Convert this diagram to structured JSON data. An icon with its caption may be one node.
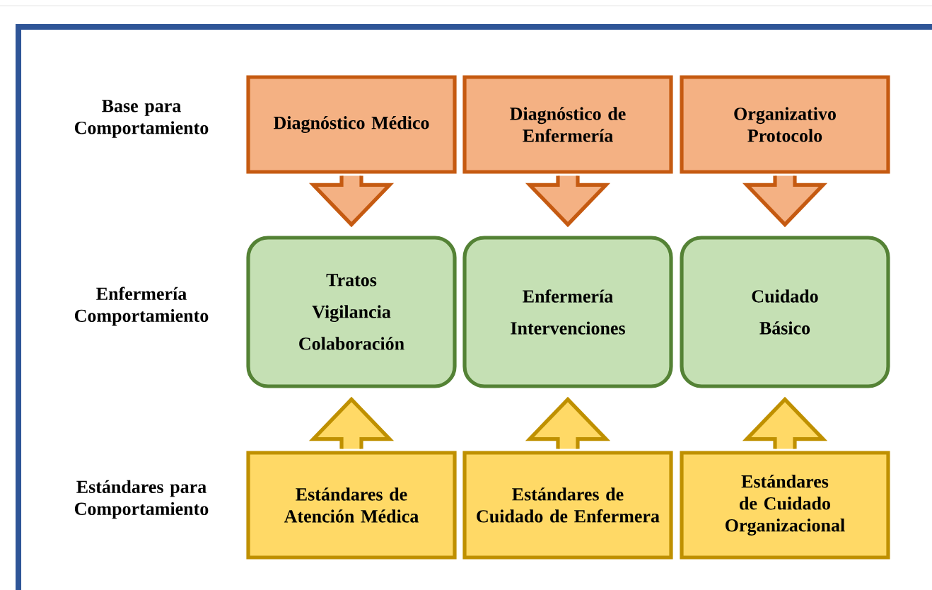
{
  "diagram": {
    "nodes": [
      {
        "text": [
          "Diagnóstico Médico"
        ]
      },
      {
        "text": [
          "Diagnóstico de Enfermería"
        ]
      },
      {
        "text": [
          "Organizativo Protocolo"
        ]
      },
      {
        "text": [
          "Tratos",
          "Vigilancia",
          "Colaboración"
        ]
      },
      {
        "text": [
          "Enfermería",
          "Intervenciones"
        ]
      },
      {
        "text": [
          "Cuidado",
          "Básico"
        ]
      },
      {
        "text": [
          "Estándares de Atención Médica"
        ]
      },
      {
        "text": [
          "Estándares de Cuidado de Enfermera"
        ]
      },
      {
        "text": [
          "Estándares de Cuidado Organizacional"
        ]
      }
    ],
    "edges": [
      {
        "from": 0,
        "to": 3,
        "arrow": "to"
      },
      {
        "from": 1,
        "to": 4,
        "arrow": "to"
      },
      {
        "from": 2,
        "to": 5,
        "arrow": "to"
      },
      {
        "from": 6,
        "to": 3,
        "arrow": "to"
      },
      {
        "from": 7,
        "to": 4,
        "arrow": "to"
      },
      {
        "from": 8,
        "to": 5,
        "arrow": "to"
      }
    ],
    "labels": [
      "Base para Comportamiento",
      "Enfermería Comportamiento",
      "Estándares para Comportamiento"
    ]
  }
}
